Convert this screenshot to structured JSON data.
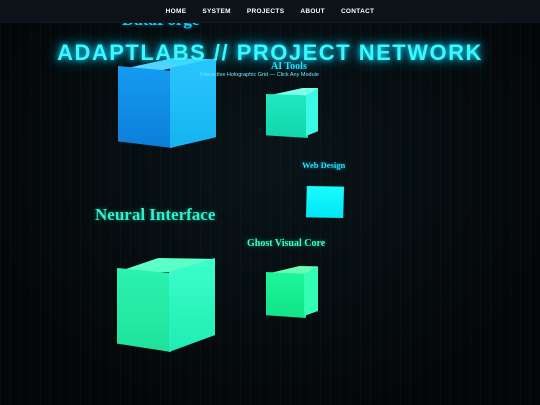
{
  "nav": {
    "items": [
      {
        "label": "HOME"
      },
      {
        "label": "SYSTEM"
      },
      {
        "label": "PROJECTS"
      },
      {
        "label": "ABOUT"
      },
      {
        "label": "CONTACT"
      }
    ]
  },
  "header": {
    "title": "ADAPTLABS // PROJECT NETWORK",
    "subtitle": "Interactive Holographic Grid — Click Any Module"
  },
  "modules": [
    {
      "label": "DataForge",
      "color": "#1aa8ff"
    },
    {
      "label": "AI Tools",
      "color": "#1affd5"
    },
    {
      "label": "Web Design",
      "color": "#00f0ff"
    },
    {
      "label": "Neural Interface",
      "color": "#22f0d0"
    },
    {
      "label": "Ghost Visual Core",
      "color": "#1aff99"
    }
  ],
  "colors": {
    "accent": "#3ff6ff",
    "nav_bg": "#0c1218",
    "background": "#050a0d"
  }
}
